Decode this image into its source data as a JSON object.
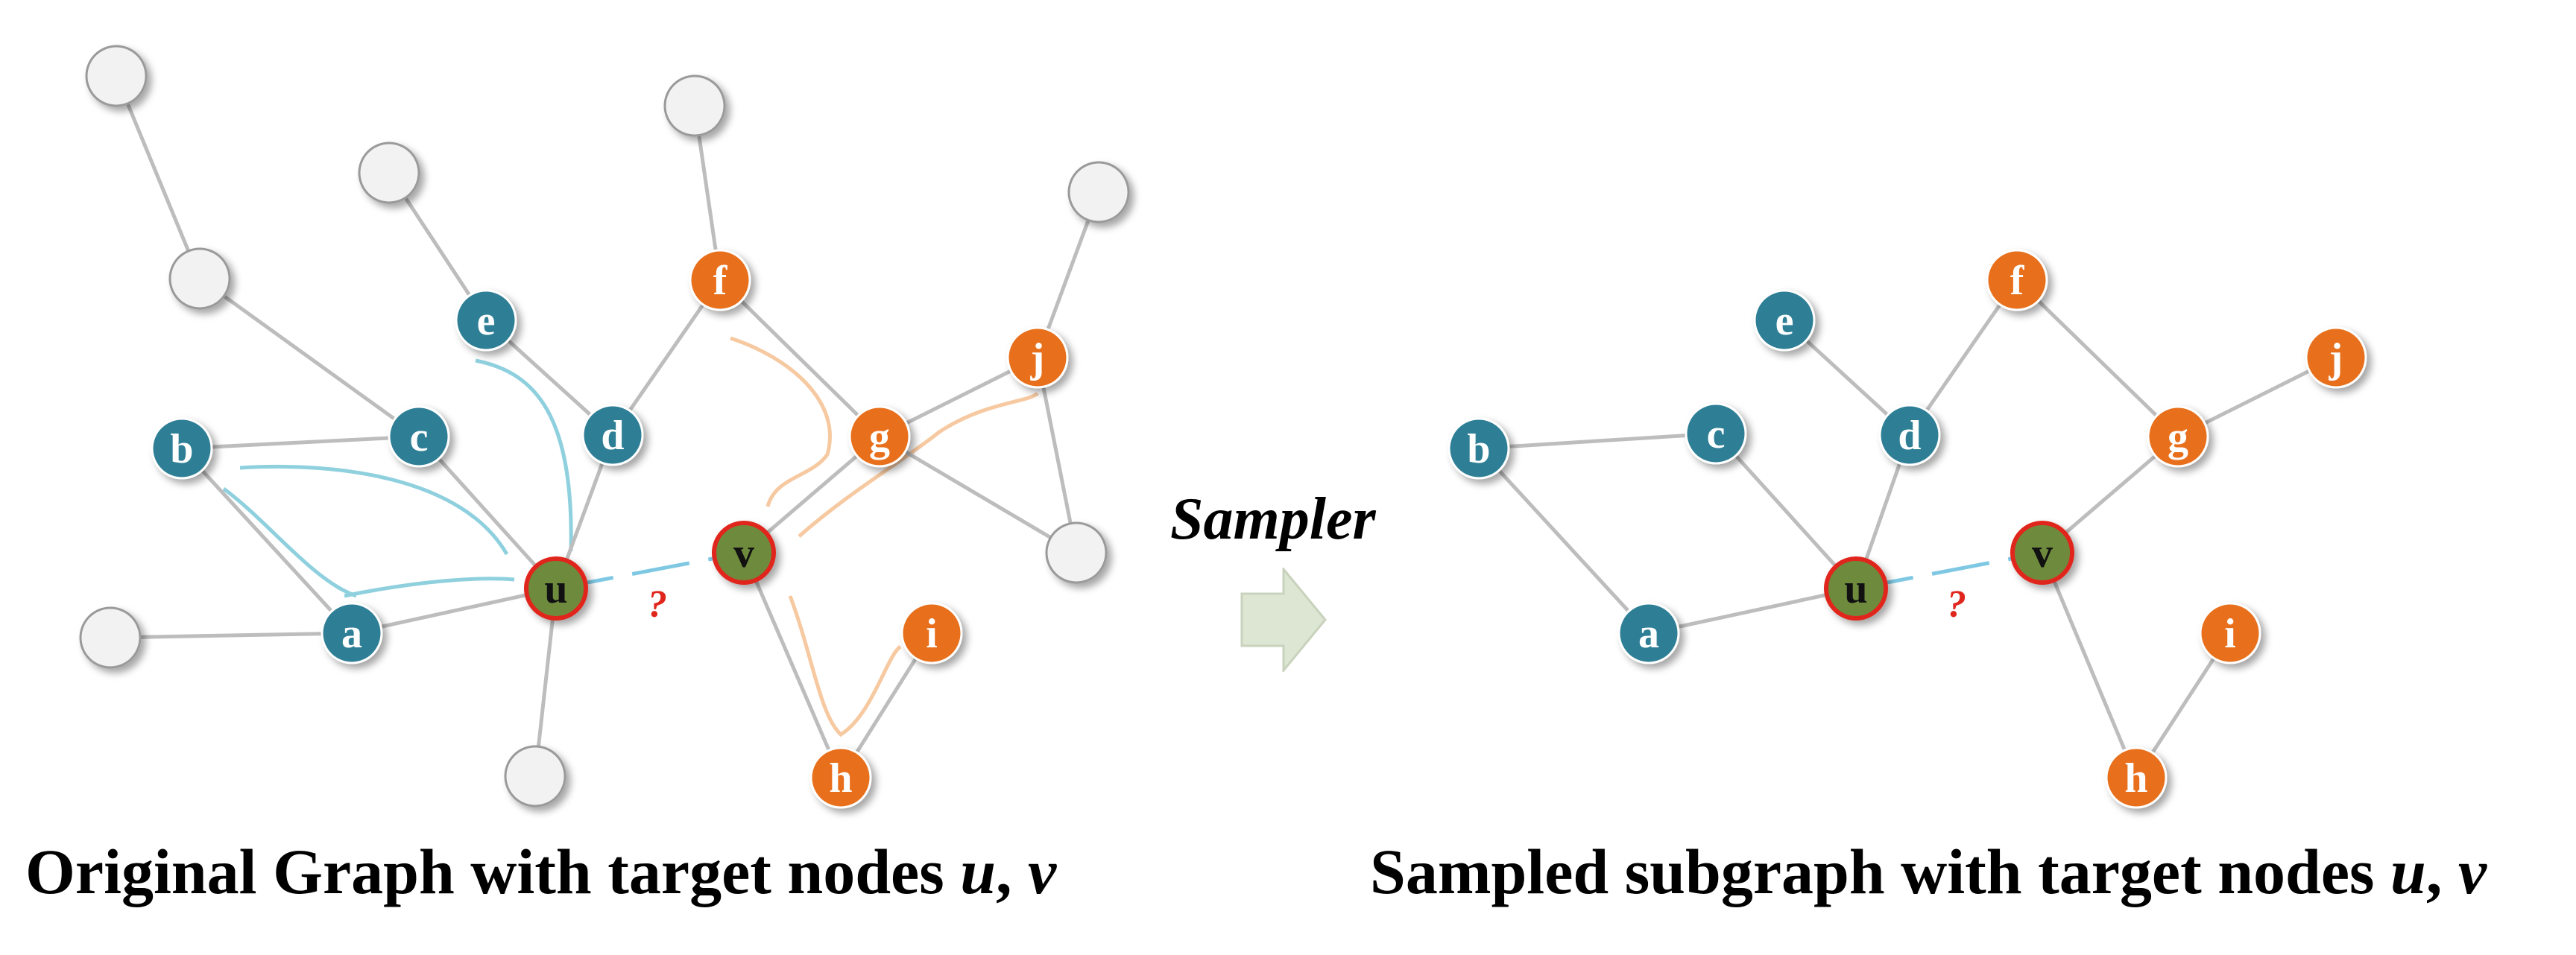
{
  "colors": {
    "blue_node": "#2e7f96",
    "orange_node": "#e8701a",
    "target_node": "#6e8b3d",
    "target_ring": "#e0261c",
    "white_node": "#f2f2f2",
    "edge": "#bdbdbd",
    "link_edge": "#7ec8e3",
    "question": "#e0261c",
    "blue_curve": "#8fd0de",
    "orange_curve": "#f6c9a1",
    "arrow_fill": "#dde5d3"
  },
  "original_graph": {
    "caption_prefix": "Original Graph with target nodes ",
    "caption_u": "u",
    "caption_sep": ", ",
    "caption_v": "v",
    "nodes": [
      {
        "id": "u",
        "label": "u",
        "group": "target"
      },
      {
        "id": "v",
        "label": "v",
        "group": "target"
      },
      {
        "id": "a",
        "label": "a",
        "group": "blue"
      },
      {
        "id": "b",
        "label": "b",
        "group": "blue"
      },
      {
        "id": "c",
        "label": "c",
        "group": "blue"
      },
      {
        "id": "d",
        "label": "d",
        "group": "blue"
      },
      {
        "id": "e",
        "label": "e",
        "group": "blue"
      },
      {
        "id": "f",
        "label": "f",
        "group": "orange"
      },
      {
        "id": "g",
        "label": "g",
        "group": "orange"
      },
      {
        "id": "h",
        "label": "h",
        "group": "orange"
      },
      {
        "id": "i",
        "label": "i",
        "group": "orange"
      },
      {
        "id": "j",
        "label": "j",
        "group": "orange"
      },
      {
        "id": "w1",
        "label": "",
        "group": "white"
      },
      {
        "id": "w2",
        "label": "",
        "group": "white"
      },
      {
        "id": "w3",
        "label": "",
        "group": "white"
      },
      {
        "id": "w4",
        "label": "",
        "group": "white"
      },
      {
        "id": "w5",
        "label": "",
        "group": "white"
      },
      {
        "id": "w6",
        "label": "",
        "group": "white"
      },
      {
        "id": "w7",
        "label": "",
        "group": "white"
      },
      {
        "id": "w8",
        "label": "",
        "group": "white"
      }
    ],
    "edges": [
      [
        "w1",
        "w2"
      ],
      [
        "w2",
        "c"
      ],
      [
        "b",
        "c"
      ],
      [
        "b",
        "a"
      ],
      [
        "w8",
        "a"
      ],
      [
        "a",
        "u"
      ],
      [
        "c",
        "u"
      ],
      [
        "d",
        "u"
      ],
      [
        "u",
        "w7"
      ],
      [
        "w3",
        "e"
      ],
      [
        "e",
        "d"
      ],
      [
        "d",
        "f"
      ],
      [
        "w4",
        "f"
      ],
      [
        "f",
        "g"
      ],
      [
        "g",
        "v"
      ],
      [
        "g",
        "w6"
      ],
      [
        "g",
        "j"
      ],
      [
        "j",
        "w5"
      ],
      [
        "j",
        "w6"
      ],
      [
        "v",
        "h"
      ],
      [
        "h",
        "i"
      ]
    ],
    "missing_link": [
      "u",
      "v"
    ],
    "missing_link_label": "?"
  },
  "sampler": {
    "label": "Sampler"
  },
  "sampled_subgraph": {
    "caption_prefix": "Sampled subgraph with target nodes ",
    "caption_u": "u",
    "caption_sep": ", ",
    "caption_v": "v",
    "nodes": [
      {
        "id": "u",
        "label": "u",
        "group": "target"
      },
      {
        "id": "v",
        "label": "v",
        "group": "target"
      },
      {
        "id": "a",
        "label": "a",
        "group": "blue"
      },
      {
        "id": "b",
        "label": "b",
        "group": "blue"
      },
      {
        "id": "c",
        "label": "c",
        "group": "blue"
      },
      {
        "id": "d",
        "label": "d",
        "group": "blue"
      },
      {
        "id": "e",
        "label": "e",
        "group": "blue"
      },
      {
        "id": "f",
        "label": "f",
        "group": "orange"
      },
      {
        "id": "g",
        "label": "g",
        "group": "orange"
      },
      {
        "id": "h",
        "label": "h",
        "group": "orange"
      },
      {
        "id": "i",
        "label": "i",
        "group": "orange"
      },
      {
        "id": "j",
        "label": "j",
        "group": "orange"
      }
    ],
    "edges": [
      [
        "b",
        "c"
      ],
      [
        "b",
        "a"
      ],
      [
        "a",
        "u"
      ],
      [
        "c",
        "u"
      ],
      [
        "d",
        "u"
      ],
      [
        "e",
        "d"
      ],
      [
        "d",
        "f"
      ],
      [
        "f",
        "g"
      ],
      [
        "g",
        "v"
      ],
      [
        "g",
        "j"
      ],
      [
        "v",
        "h"
      ],
      [
        "h",
        "i"
      ]
    ],
    "missing_link": [
      "u",
      "v"
    ],
    "missing_link_label": "?"
  }
}
